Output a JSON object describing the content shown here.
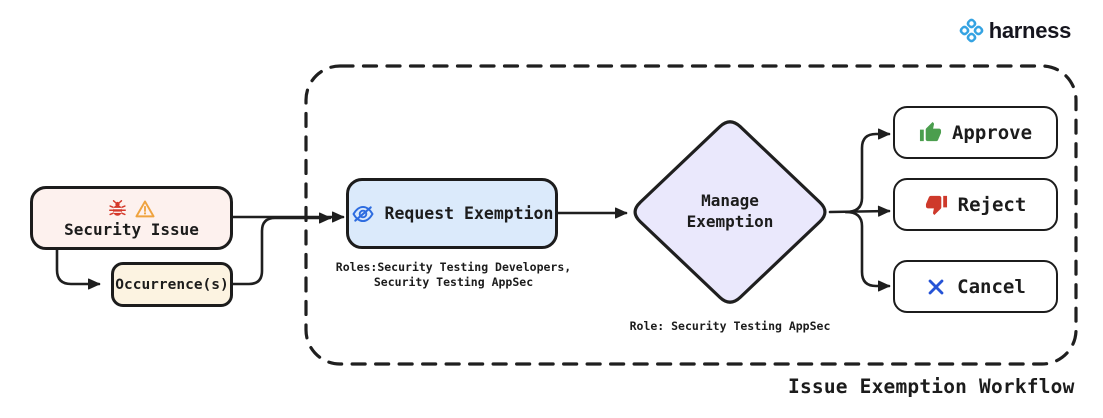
{
  "brand": {
    "name": "harness",
    "logo_icon": "harness-logo",
    "logo_color": "#35a3e2"
  },
  "workflow": {
    "title": "Issue Exemption Workflow",
    "security_issue": {
      "label": "Security Issue",
      "icons": [
        {
          "name": "bug-icon",
          "color": "#d5382a"
        },
        {
          "name": "warning-icon",
          "color": "#efa33f"
        }
      ],
      "fill": "#fdf1ee"
    },
    "occurrences": {
      "label": "Occurrence(s)",
      "fill": "#fcf3e1"
    },
    "request_exemption": {
      "label": "Request Exemption",
      "icon": {
        "name": "eye-slash-icon",
        "color": "#2d6ce0"
      },
      "fill": "#dbeafb",
      "caption": "Roles:Security Testing Developers,\nSecurity Testing AppSec"
    },
    "manage_exemption": {
      "label": "Manage\nExemption",
      "fill": "#eae8fc",
      "caption": "Role: Security Testing AppSec"
    },
    "decisions": [
      {
        "label": "Approve",
        "icon": "thumbs-up-icon",
        "icon_color": "#4b9e4e"
      },
      {
        "label": "Reject",
        "icon": "thumbs-down-icon",
        "icon_color": "#ce392b"
      },
      {
        "label": "Cancel",
        "icon": "x-icon",
        "icon_color": "#2553d6"
      }
    ]
  },
  "colors": {
    "stroke": "#1f1f1f",
    "background": "#ffffff"
  }
}
